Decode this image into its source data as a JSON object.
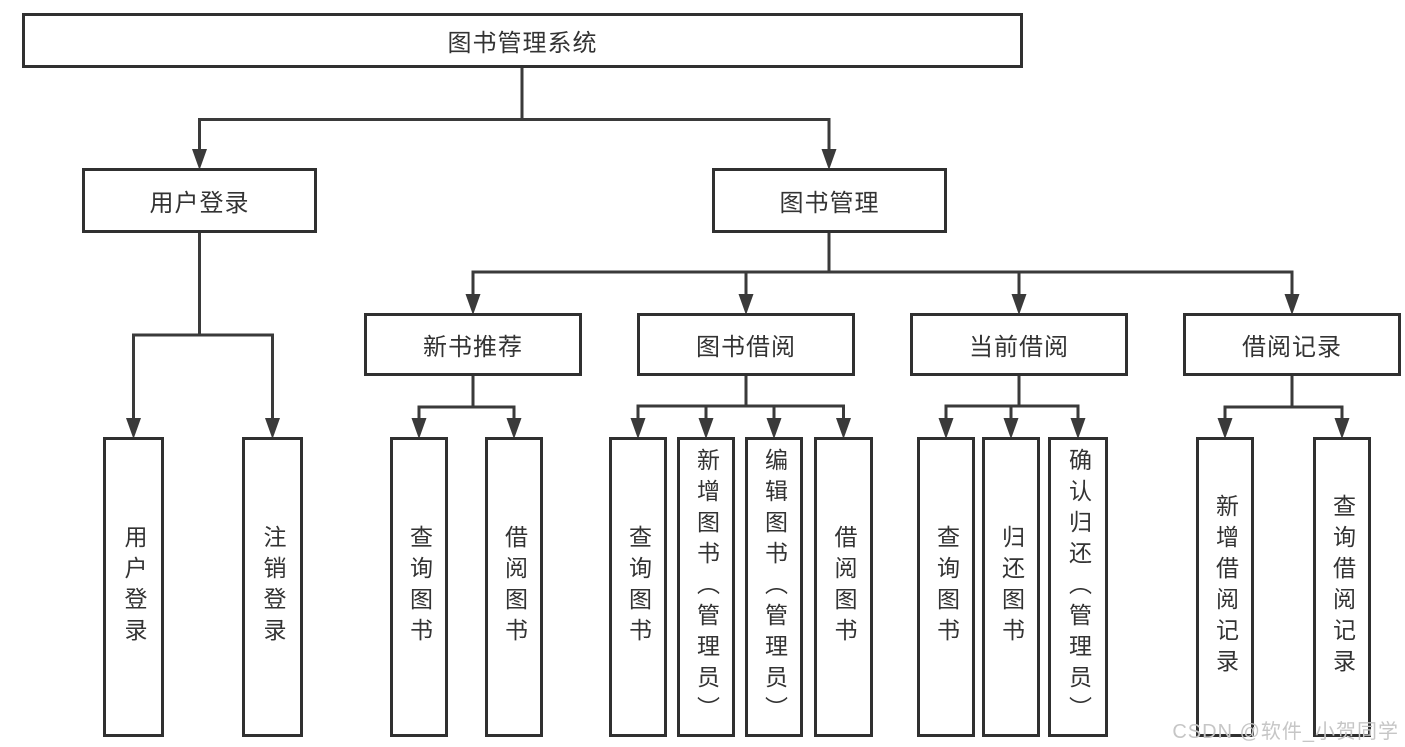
{
  "root": {
    "label": "图书管理系统"
  },
  "level2": [
    {
      "label": "用户登录"
    },
    {
      "label": "图书管理"
    }
  ],
  "level3": [
    {
      "label": "新书推荐"
    },
    {
      "label": "图书借阅"
    },
    {
      "label": "当前借阅"
    },
    {
      "label": "借阅记录"
    }
  ],
  "leaves": [
    [
      "用户登录",
      "注销登录"
    ],
    [
      "查询图书",
      "借阅图书"
    ],
    [
      "查询图书",
      "新增图书（管理员）",
      "编辑图书（管理员）",
      "借阅图书"
    ],
    [
      "查询图书",
      "归还图书",
      "确认归还（管理员）"
    ],
    [
      "新增借阅记录",
      "查询借阅记录"
    ]
  ],
  "watermark": {
    "text": "CSDN @软件_小贺同学"
  },
  "colors": {
    "line": "#3a3a3a",
    "box_border": "#303030",
    "text": "#333333",
    "watermark": "#c6c6c6",
    "background": "#ffffff"
  }
}
